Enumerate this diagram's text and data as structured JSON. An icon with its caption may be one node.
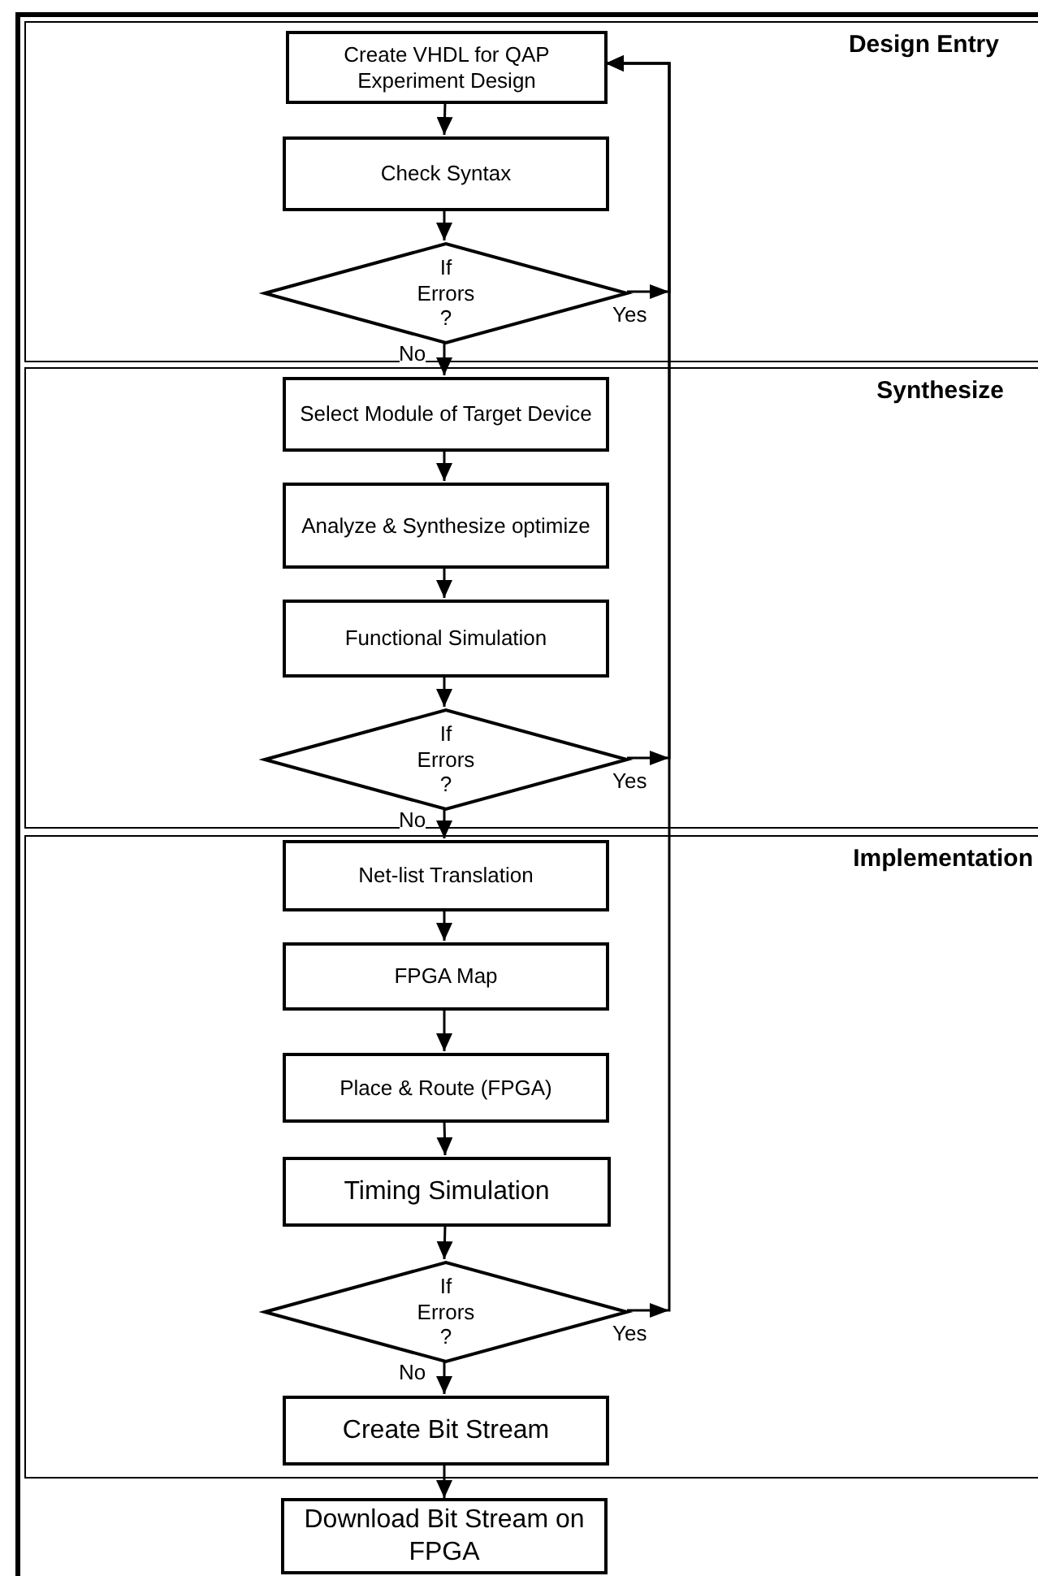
{
  "diagram": {
    "nodes": [
      {
        "text": [
          "Design Entry"
        ]
      },
      {
        "text": [
          "Create VHDL for QAP Experiment Design"
        ],
        "in": 0
      },
      {
        "text": [
          "Check Syntax"
        ],
        "in": 0
      },
      {
        "text": [
          "If Errors ?"
        ],
        "in": 0
      },
      {
        "text": [
          "Synthesize"
        ]
      },
      {
        "text": [
          "Select Module of Target Device"
        ],
        "in": 4
      },
      {
        "text": [
          "Analyze & Synthesize optimize"
        ],
        "in": 4
      },
      {
        "text": [
          "Functional Simulation"
        ],
        "in": 4
      },
      {
        "text": [
          "If Errors ?"
        ],
        "in": 4
      },
      {
        "text": [
          "Implementation"
        ]
      },
      {
        "text": [
          "Net-list Translation"
        ],
        "in": 9
      },
      {
        "text": [
          "FPGA Map"
        ],
        "in": 9
      },
      {
        "text": [
          "Place & Route (FPGA)"
        ],
        "in": 9
      },
      {
        "text": [
          "Timing Simulation"
        ],
        "in": 9
      },
      {
        "text": [
          "If Errors ?"
        ],
        "in": 9
      },
      {
        "text": [
          "Create Bit Stream"
        ],
        "in": 9
      },
      {
        "text": [
          "Download Bit Stream on FPGA"
        ]
      }
    ],
    "edges": [
      {
        "from": 1,
        "to": 2,
        "arrow": "to"
      },
      {
        "from": 2,
        "to": 3,
        "arrow": "to"
      },
      {
        "from": 3,
        "to": 5,
        "arrow": "to",
        "label": "No"
      },
      {
        "from": 3,
        "to": 1,
        "arrow": "to",
        "label": "Yes"
      },
      {
        "from": 5,
        "to": 6,
        "arrow": "to"
      },
      {
        "from": 6,
        "to": 7,
        "arrow": "to"
      },
      {
        "from": 7,
        "to": 8,
        "arrow": "to"
      },
      {
        "from": 8,
        "to": 10,
        "arrow": "to",
        "label": "No"
      },
      {
        "from": 8,
        "to": 1,
        "arrow": "to",
        "label": "Yes"
      },
      {
        "from": 10,
        "to": 11,
        "arrow": "to"
      },
      {
        "from": 11,
        "to": 12,
        "arrow": "to"
      },
      {
        "from": 12,
        "to": 13,
        "arrow": "to"
      },
      {
        "from": 13,
        "to": 14,
        "arrow": "to"
      },
      {
        "from": 14,
        "to": 15,
        "arrow": "to",
        "label": "No"
      },
      {
        "from": 14,
        "to": 1,
        "arrow": "to",
        "label": "Yes"
      },
      {
        "from": 15,
        "to": 16,
        "arrow": "to"
      }
    ]
  }
}
